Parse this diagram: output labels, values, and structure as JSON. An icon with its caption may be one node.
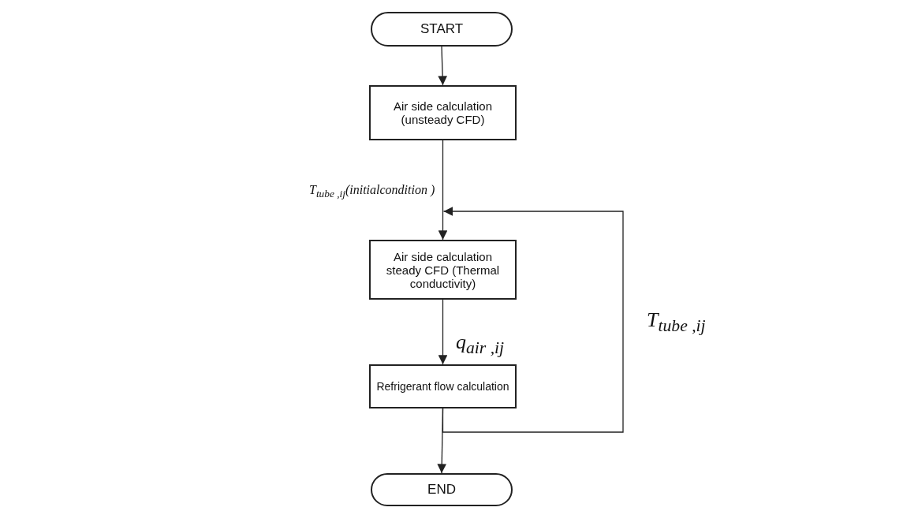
{
  "diagram": {
    "nodes": [
      {
        "text": [
          "START"
        ]
      },
      {
        "text": [
          "Air side calculation (unsteady CFD)"
        ]
      },
      {
        "text": [
          "Air side calculation steady CFD (Thermal conductivity)"
        ]
      },
      {
        "text": [
          "Refrigerant flow calculation"
        ]
      },
      {
        "text": [
          "END"
        ]
      }
    ],
    "edges": [
      {
        "from": 0,
        "to": 1,
        "arrow": "to"
      },
      {
        "from": 1,
        "to": 2,
        "arrow": "to",
        "label": "T$_{tube ,ij}$(initialcondition   )"
      },
      {
        "from": 2,
        "to": 3,
        "arrow": "to",
        "label": "q$_{air ,ij}$"
      },
      {
        "from": 3,
        "to": 4,
        "arrow": "to"
      },
      {
        "from": 3,
        "to": 2,
        "arrow": "to",
        "label": "T$_{tube ,ij}$"
      }
    ]
  }
}
